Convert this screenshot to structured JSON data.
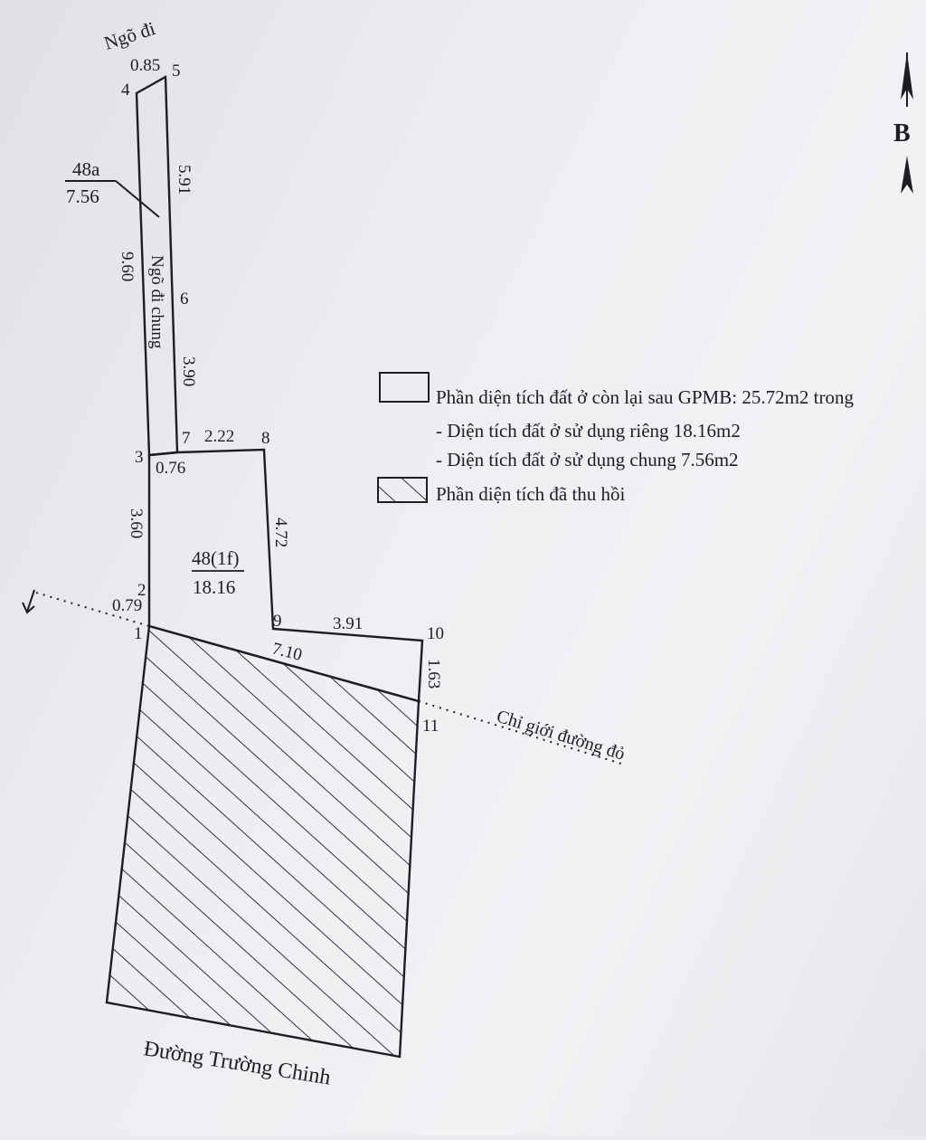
{
  "diagram": {
    "access_lane_label": "Ngõ đi",
    "shared_lane_label": "Ngõ đi chung",
    "road_name": "Đường Trường Chinh",
    "red_line_label": "Chỉ giới đường đỏ",
    "north_letter": "B",
    "shared_parcel": {
      "id": "48a",
      "area": "7.56"
    },
    "private_parcel": {
      "id": "48(1f)",
      "area": "18.16"
    },
    "points": [
      {
        "name": "1"
      },
      {
        "name": "2"
      },
      {
        "name": "3"
      },
      {
        "name": "4"
      },
      {
        "name": "5"
      },
      {
        "name": "6"
      },
      {
        "name": "7"
      },
      {
        "name": "8"
      },
      {
        "name": "9"
      },
      {
        "name": "10"
      },
      {
        "name": "11"
      }
    ],
    "edges": [
      {
        "label": "0.85"
      },
      {
        "label": "5.91"
      },
      {
        "label": "9.60"
      },
      {
        "label": "3.90"
      },
      {
        "label": "2.22"
      },
      {
        "label": "0.76"
      },
      {
        "label": "3.60"
      },
      {
        "label": "4.72"
      },
      {
        "label": "0.79"
      },
      {
        "label": "3.91"
      },
      {
        "label": "7.10"
      },
      {
        "label": "1.63"
      }
    ]
  },
  "legend": {
    "remaining_text": "Phần diện tích đất ở còn lại sau GPMB: 25.72m2 trong",
    "private_text": "- Diện tích đất ở sử dụng riêng 18.16m2",
    "shared_text": "- Diện tích đất ở sử dụng chung 7.56m2",
    "recovered_text": "Phần diện tích đã thu hồi"
  },
  "colors": {
    "ink": "#1d1d24",
    "paper": "#eceef1"
  },
  "icons": {
    "north_arrow": "north-arrow-icon",
    "direction_arrow": "arrow-down-left-icon"
  }
}
